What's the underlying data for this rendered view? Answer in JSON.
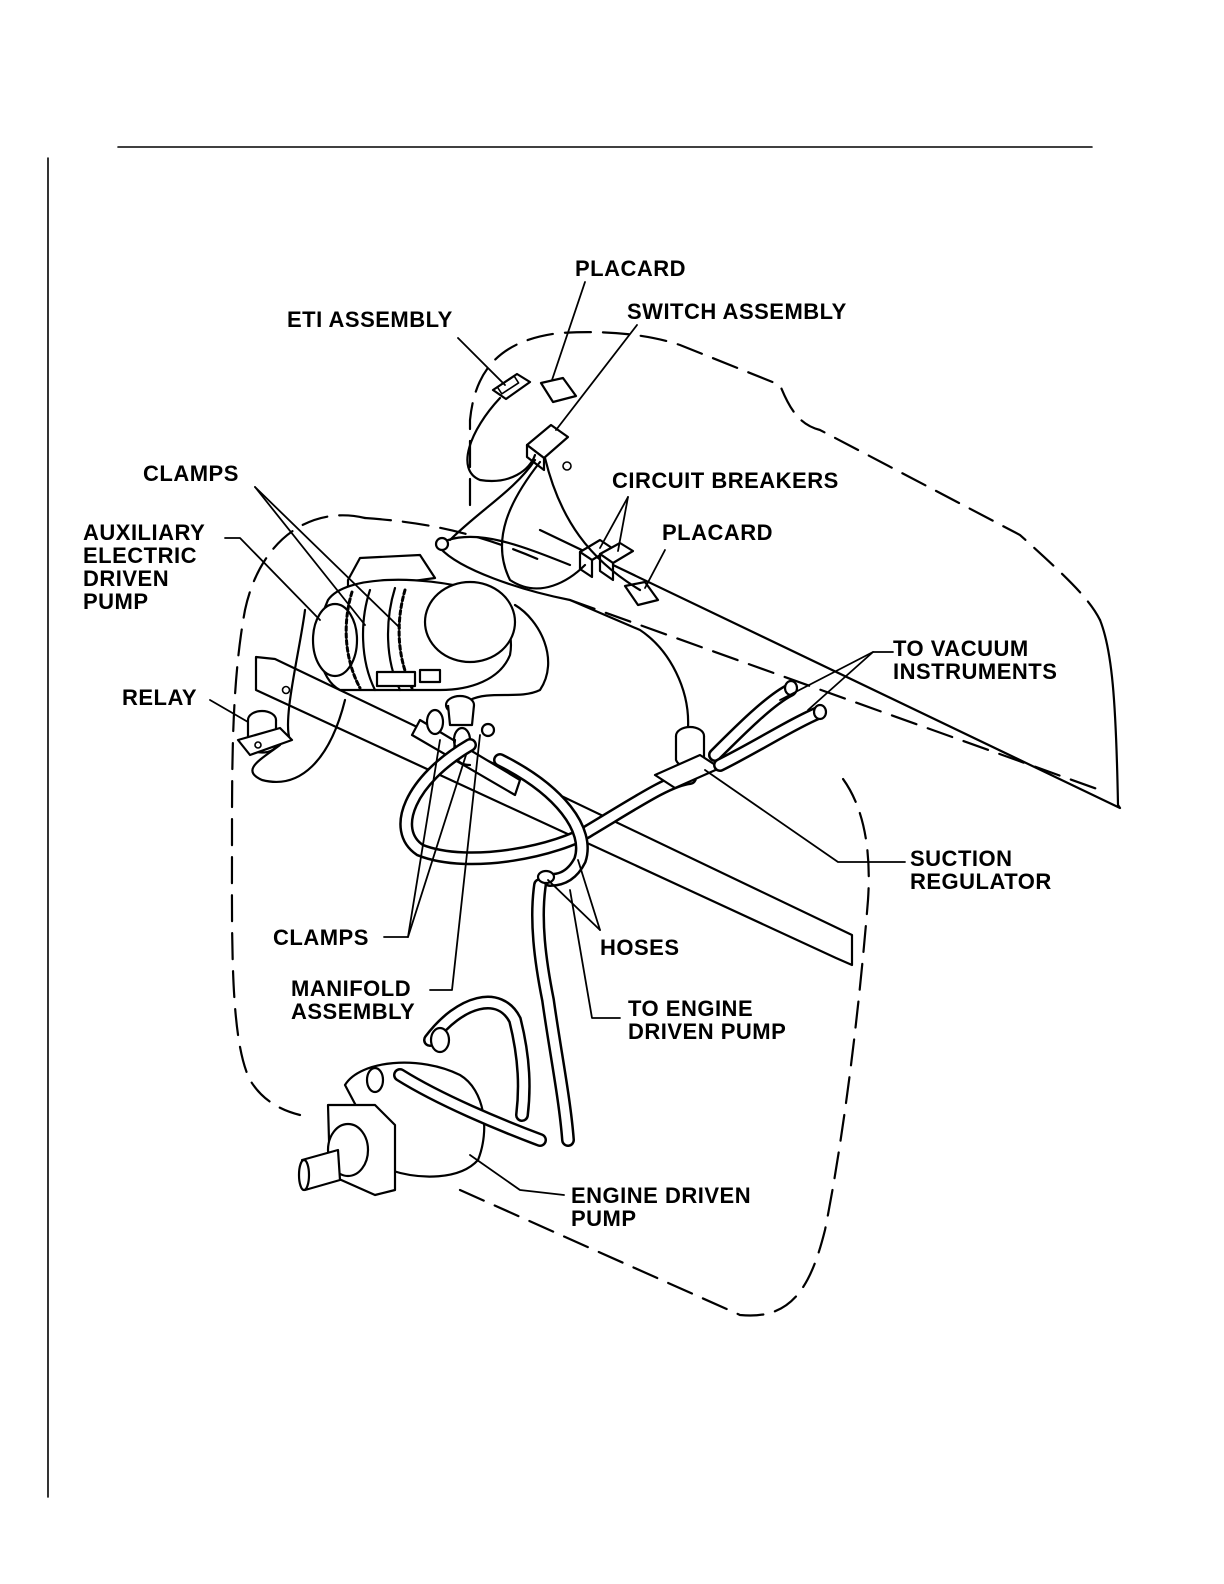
{
  "labels": {
    "placard_top": "PLACARD",
    "eti_assembly": "ETI ASSEMBLY",
    "switch_assembly": "SWITCH ASSEMBLY",
    "clamps_top": "CLAMPS",
    "auxiliary_pump": [
      "AUXILIARY",
      "ELECTRIC",
      "DRIVEN",
      "PUMP"
    ],
    "circuit_breakers": "CIRCUIT BREAKERS",
    "placard_right": "PLACARD",
    "to_vacuum_instruments": [
      "TO VACUUM",
      "INSTRUMENTS"
    ],
    "relay": "RELAY",
    "suction_regulator": [
      "SUCTION",
      "REGULATOR"
    ],
    "clamps_bottom": "CLAMPS",
    "hoses": "HOSES",
    "manifold_assembly": [
      "MANIFOLD",
      "ASSEMBLY"
    ],
    "to_engine_driven_pump": [
      "TO ENGINE",
      "DRIVEN PUMP"
    ],
    "engine_driven_pump": [
      "ENGINE DRIVEN",
      "PUMP"
    ]
  }
}
